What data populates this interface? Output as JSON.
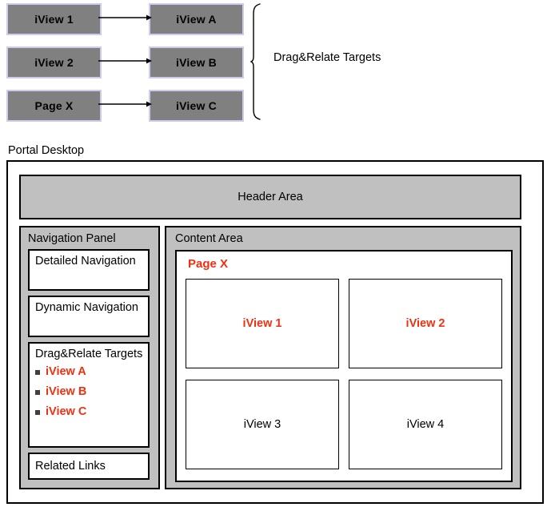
{
  "colors": {
    "highlight_red": "#f03010",
    "box_gray": "#808080",
    "box_border_lavender": "#ccccee",
    "panel_gray": "#c0c0c0",
    "outline_black": "#000000",
    "white": "#ffffff",
    "bullet_gray": "#404040"
  },
  "mapping": {
    "label": "Drag&Relate Targets",
    "pairs": [
      {
        "source": "iView 1",
        "target": "iView A"
      },
      {
        "source": "iView 2",
        "target": "iView B"
      },
      {
        "source": "Page X",
        "target": "iView C"
      }
    ]
  },
  "portal": {
    "label": "Portal Desktop",
    "header": {
      "title": "Header Area"
    },
    "navigation_panel": {
      "title": "Navigation Panel",
      "cards": [
        {
          "label": "Detailed Navigation"
        },
        {
          "label": "Dynamic Navigation"
        },
        {
          "label": "Related Links"
        }
      ],
      "drag_relate": {
        "title": "Drag&Relate Targets",
        "items": [
          {
            "label": "iView A"
          },
          {
            "label": "iView B"
          },
          {
            "label": "iView C"
          }
        ]
      }
    },
    "content_area": {
      "title": "Content Area",
      "page": {
        "title": "Page X",
        "tiles": [
          {
            "label": "iView 1",
            "highlighted": true
          },
          {
            "label": "iView 2",
            "highlighted": true
          },
          {
            "label": "iView 3",
            "highlighted": false
          },
          {
            "label": "iView 4",
            "highlighted": false
          }
        ]
      }
    }
  }
}
